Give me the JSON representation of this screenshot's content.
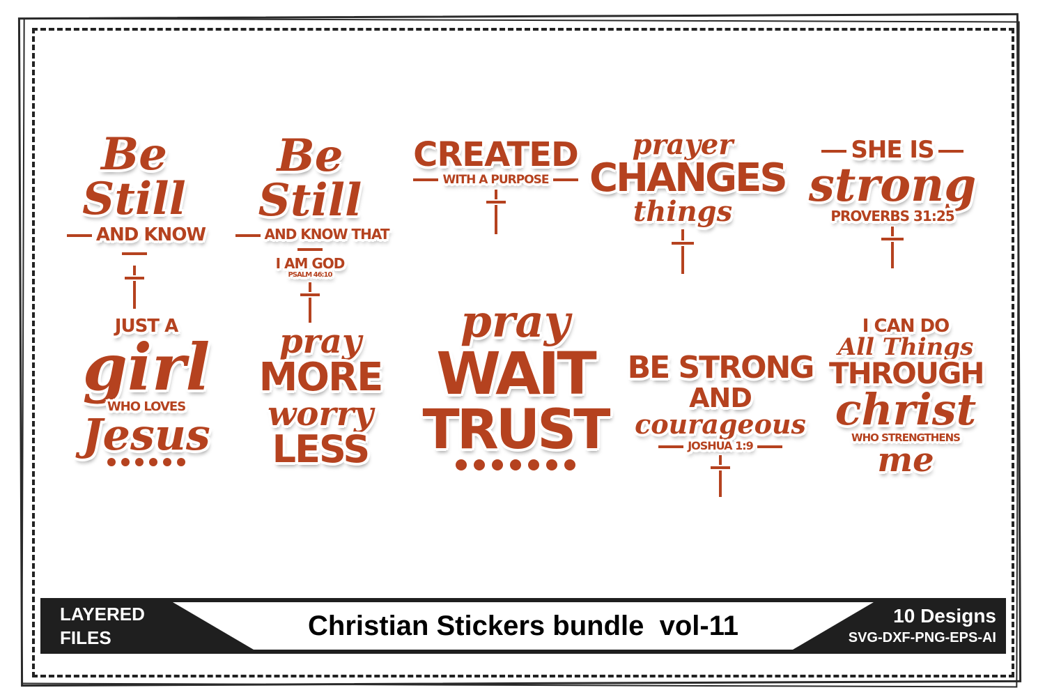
{
  "banner": {
    "left_line1": "LAYERED",
    "left_line2": "FILES",
    "title": "Christian Stickers bundle  vol-11",
    "right_line1": "10 Designs",
    "right_line2": "SVG-DXF-PNG-EPS-AI"
  },
  "stickers": {
    "s1": {
      "l1": "Be Still",
      "l2": "AND KNOW"
    },
    "s2": {
      "l1": "Be Still",
      "l2": "AND KNOW THAT",
      "l3": "I AM GOD",
      "l4": "PSALM 46:10"
    },
    "s3": {
      "l1": "CREATED",
      "l2": "WITH A PURPOSE"
    },
    "s4": {
      "l1": "prayer",
      "l2": "CHANGES",
      "l3": "things"
    },
    "s5": {
      "l1": "SHE IS",
      "l2": "strong",
      "l3": "PROVERBS 31:25"
    },
    "s6": {
      "l1": "JUST A",
      "l2": "girl",
      "l3": "WHO LOVES",
      "l4": "Jesus"
    },
    "s7": {
      "l1": "pray",
      "l2": "MORE",
      "l3": "worry",
      "l4": "LESS"
    },
    "s8": {
      "l1": "pray",
      "l2": "WAIT",
      "l3": "TRUST"
    },
    "s9": {
      "l1": "BE STRONG",
      "l2": "AND",
      "l3": "courageous",
      "l4": "JOSHUA 1:9"
    },
    "s10": {
      "l1": "I CAN DO",
      "l2": "All Things",
      "l3": "THROUGH",
      "l4": "christ",
      "l5": "WHO STRENGTHENS",
      "l6": "me"
    }
  },
  "colors": {
    "sticker": "#b5421f",
    "banner": "#1f1f1f"
  }
}
